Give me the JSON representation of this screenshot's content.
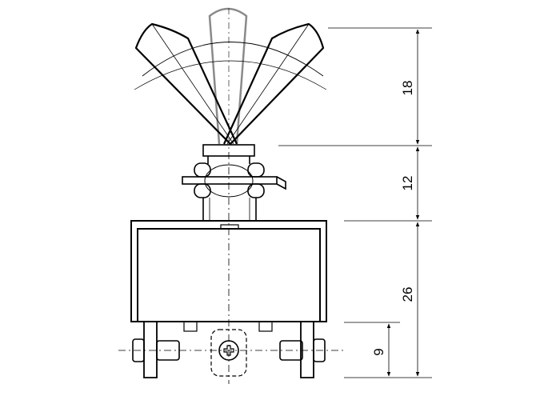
{
  "diagram": {
    "dimensions": {
      "lever_height": "18",
      "bushing_height": "12",
      "body_height": "26",
      "terminal_offset": "9"
    }
  }
}
